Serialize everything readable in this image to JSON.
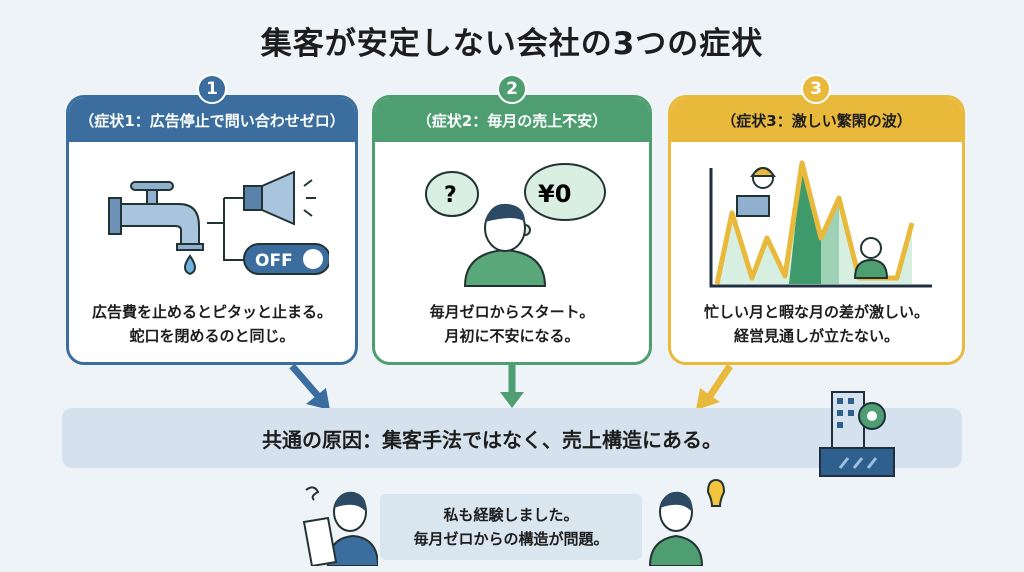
{
  "title": "集客が安定しない会社の3つの症状",
  "cards": [
    {
      "number": "1",
      "header": "（症状1：広告停止で問い合わせゼロ）",
      "line1": "広告費を止めるとピタッと止まる。",
      "line2": "蛇口を閉めるのと同じ。",
      "switch_label": "OFF",
      "color": "#3b6e9e"
    },
    {
      "number": "2",
      "header": "（症状2：毎月の売上不安）",
      "line1": "毎月ゼロからスタート。",
      "line2": "月初に不安になる。",
      "question": "?",
      "thought": "¥0",
      "color": "#4f9e72"
    },
    {
      "number": "3",
      "header": "（症状3：激しい繁閑の波）",
      "line1": "忙しい月と暇な月の差が激しい。",
      "line2": "経営見通しが立たない。",
      "color": "#e9b93c"
    }
  ],
  "banner": "共通の原因：集客手法ではなく、売上構造にある。",
  "bubble": {
    "line1": "私も経験しました。",
    "line2": "毎月ゼロからの構造が問題。"
  }
}
